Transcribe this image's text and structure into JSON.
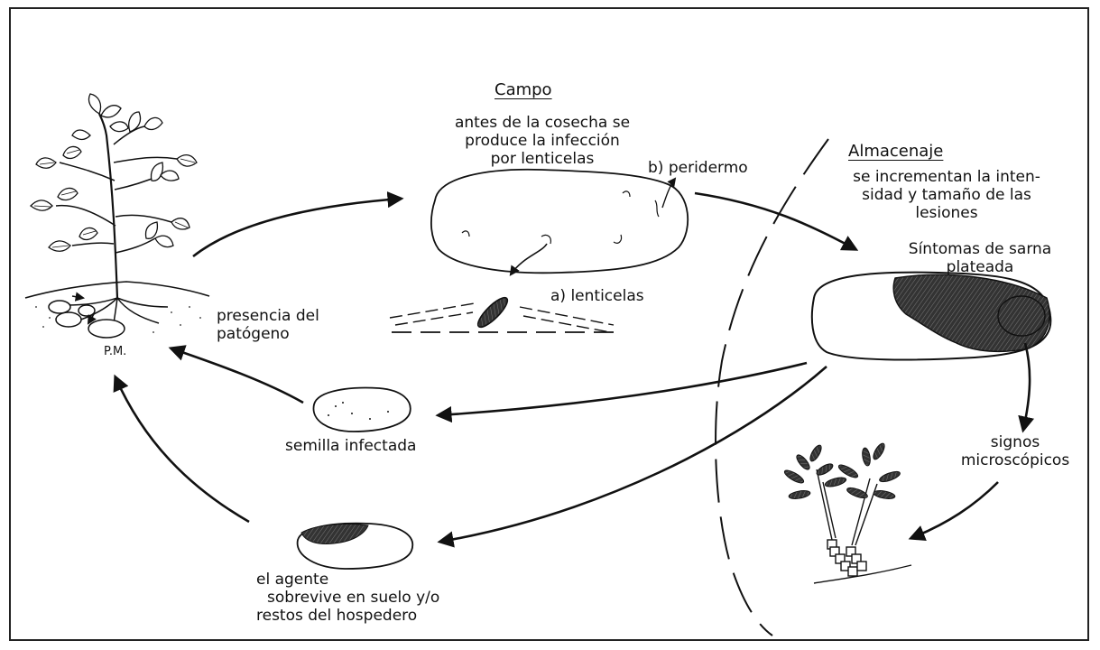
{
  "headings": {
    "field": "Campo",
    "storage": "Almacenaje"
  },
  "labels": {
    "field_infection_1": "antes de la cosecha se",
    "field_infection_2": "produce la infección",
    "field_infection_3": "por lenticelas",
    "peridermis": "b) peridermo",
    "lenticels": "a) lenticelas",
    "storage_desc_1": "se incrementan la inten-",
    "storage_desc_2": "sidad y tamaño de las",
    "storage_desc_3": "lesiones",
    "symptoms_1": "Síntomas de sarna",
    "symptoms_2": "plateada",
    "pathogen_1": "presencia del",
    "pathogen_2": "patógeno",
    "pm": "P.M.",
    "infected_seed": "semilla infectada",
    "signs_1": "signos",
    "signs_2": "microscópicos",
    "survival_1": "el agente",
    "survival_2": "sobrevive en suelo y/o",
    "survival_3": "restos del hospedero"
  }
}
